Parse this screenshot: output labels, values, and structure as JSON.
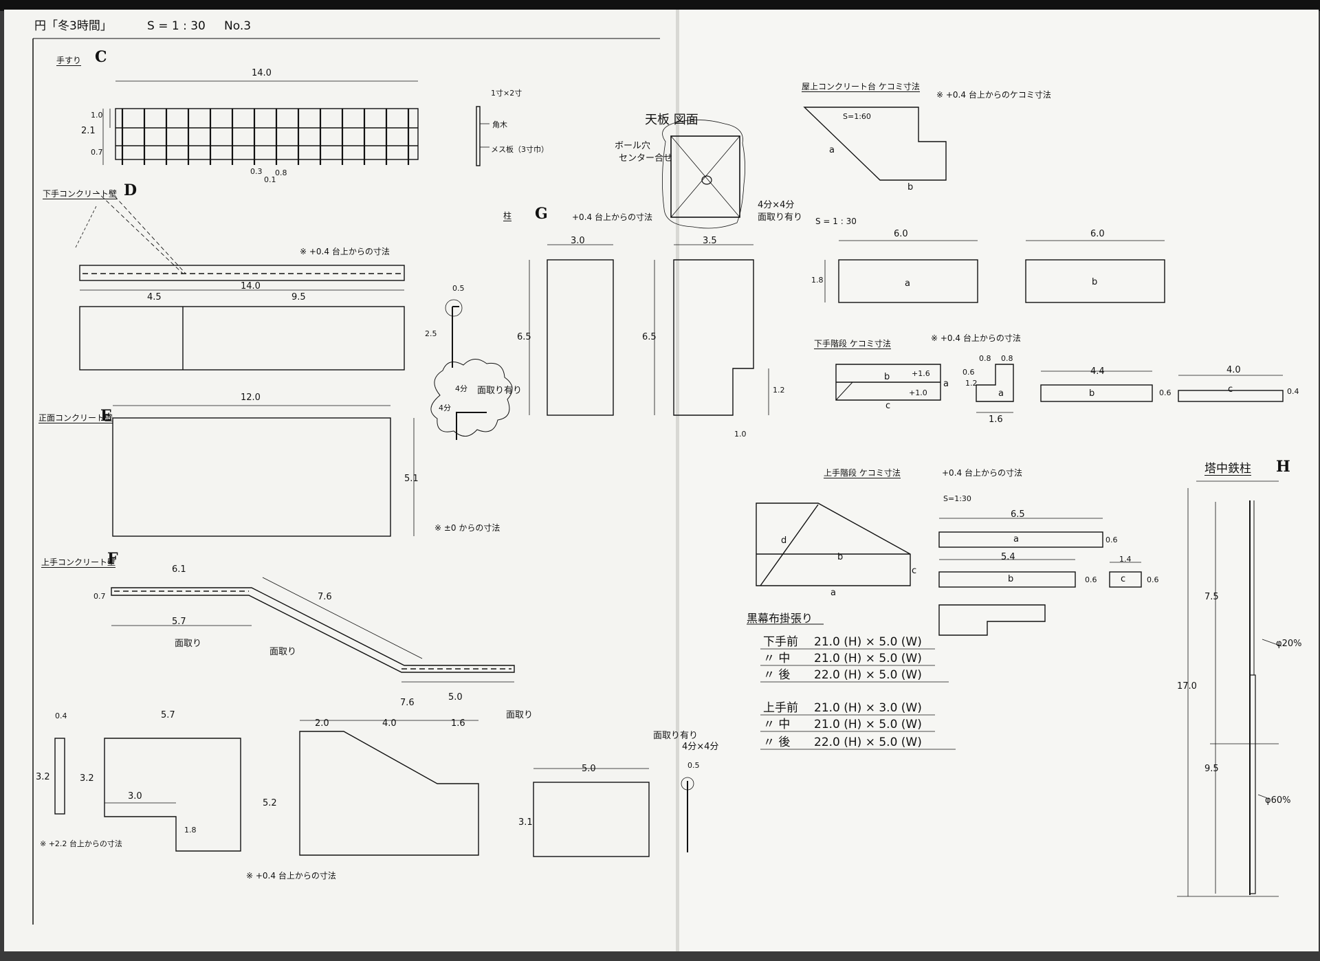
{
  "header": {
    "title": "円「冬3時間」",
    "scale": "S = 1 : 30",
    "sheet_no": "No.3"
  },
  "sections": {
    "c": {
      "label": "手すり",
      "letter": "C",
      "dim_length": "14.0",
      "dim_height": "2.1",
      "dim_top": "1.0",
      "dim_bottom": "0.7",
      "dim_post": "0.3",
      "dim_gap1": "0.1",
      "dim_gap2": "0.8"
    },
    "c_detail": {
      "top": "1寸×2寸",
      "mid": "角木",
      "bottom": "メス板（3寸巾）"
    },
    "d": {
      "label": "下手コンクリート壁",
      "letter": "D",
      "note": "※ +0.4 台上からの寸法",
      "dim_total": "14.0",
      "dim_left": "4.5",
      "dim_right": "9.5",
      "dim_small": "0.5",
      "dim_side": "2.5",
      "chamfer": "4分",
      "chamfer_note": "面取り有り",
      "chamfer_side": "4分"
    },
    "e": {
      "label": "正面コンクリート壁",
      "letter": "E",
      "dim_length": "12.0",
      "dim_height": "5.1",
      "note": "※ ±0 からの寸法"
    },
    "f": {
      "label": "上手コンクリート壁",
      "letter": "F",
      "dim_top1": "6.1",
      "dim_top2": "5.7",
      "dim_slope": "7.6",
      "dim_bottom1": "7.6",
      "dim_bottom2": "5.0",
      "dim_end": "0.7",
      "chamfer1": "面取り",
      "chamfer2": "面取り",
      "chamfer3": "面取り"
    },
    "f_lower": {
      "dim_a": "0.4",
      "dim_a_h": "3.2",
      "dim_b": "5.7",
      "dim_b_h": "3.2",
      "dim_c": "3.0",
      "dim_d": "1.8",
      "dim_e1": "2.0",
      "dim_e2": "4.0",
      "dim_e3": "1.6",
      "dim_e_h": "5.2",
      "dim_f": "5.0",
      "dim_f_h": "3.1",
      "dim_g": "0.5",
      "chamfer_note": "面取り有り",
      "chamfer_size": "4分×4分",
      "note1": "※ +2.2 台上からの寸法",
      "note2": "※ +0.4 台上からの寸法"
    },
    "g": {
      "label": "柱",
      "letter": "G",
      "note": "+0.4 台上からの寸法",
      "dim_w1": "3.0",
      "dim_h1": "6.5",
      "dim_w2": "3.5",
      "dim_h2": "6.5",
      "dim_notch_h": "1.2",
      "dim_notch_w": "1.0"
    },
    "top_board": {
      "title": "天板 図面",
      "hole": "ボール穴",
      "center": "センター合せ",
      "chamfer": "4分×4分",
      "chamfer_note": "面取り有り"
    },
    "roof": {
      "label": "屋上コンクリート台 ケコミ寸法",
      "note": "※ +0.4 台上からのケコミ寸法",
      "scale": "S=1:60",
      "a": "a",
      "b": "b",
      "scale2": "S = 1 : 30",
      "dim_a": "6.0",
      "dim_b": "6.0",
      "dim_h": "1.8"
    },
    "lower_steps": {
      "label": "下手階段 ケコミ寸法",
      "note": "※ +0.4 台上からの寸法",
      "a": "a",
      "b": "b",
      "c": "c",
      "step1": "+1.6",
      "step2": "+1.0",
      "dim_a1": "0.8",
      "dim_a2": "0.8",
      "dim_a_h": "1.2",
      "dim_a_w": "1.6",
      "dim_a_s": "0.6",
      "dim_b": "4.4",
      "dim_b_h": "0.6",
      "dim_c": "4.0",
      "dim_c_h": "0.4"
    },
    "upper_steps": {
      "label": "上手階段 ケコミ寸法",
      "note": "+0.4 台上からの寸法",
      "scale": "S=1:30",
      "a": "a",
      "b": "b",
      "c": "c",
      "d": "d",
      "dim_a": "6.5",
      "dim_a_h": "0.6",
      "dim_b": "5.4",
      "dim_b_h": "0.6",
      "dim_c": "1.4",
      "dim_c_h": "0.6"
    },
    "backdrop": {
      "title": "黒幕布掛張り",
      "rows": [
        {
          "side": "下手前",
          "value": "21.0 (H) × 5.0 (W)"
        },
        {
          "side": "〃 中",
          "value": "21.0 (H) × 5.0 (W)"
        },
        {
          "side": "〃 後",
          "value": "22.0 (H) × 5.0 (W)"
        },
        {
          "side": "上手前",
          "value": "21.0 (H) × 3.0 (W)"
        },
        {
          "side": "〃 中",
          "value": "21.0 (H) × 5.0 (W)"
        },
        {
          "side": "〃 後",
          "value": "22.0 (H) × 5.0 (W)"
        }
      ]
    },
    "h": {
      "label": "塔中鉄柱",
      "letter": "H",
      "dim_total": "17.0",
      "dim_upper": "7.5",
      "dim_lower": "9.5",
      "pipe_upper": "φ20%",
      "pipe_lower": "φ60%"
    }
  }
}
